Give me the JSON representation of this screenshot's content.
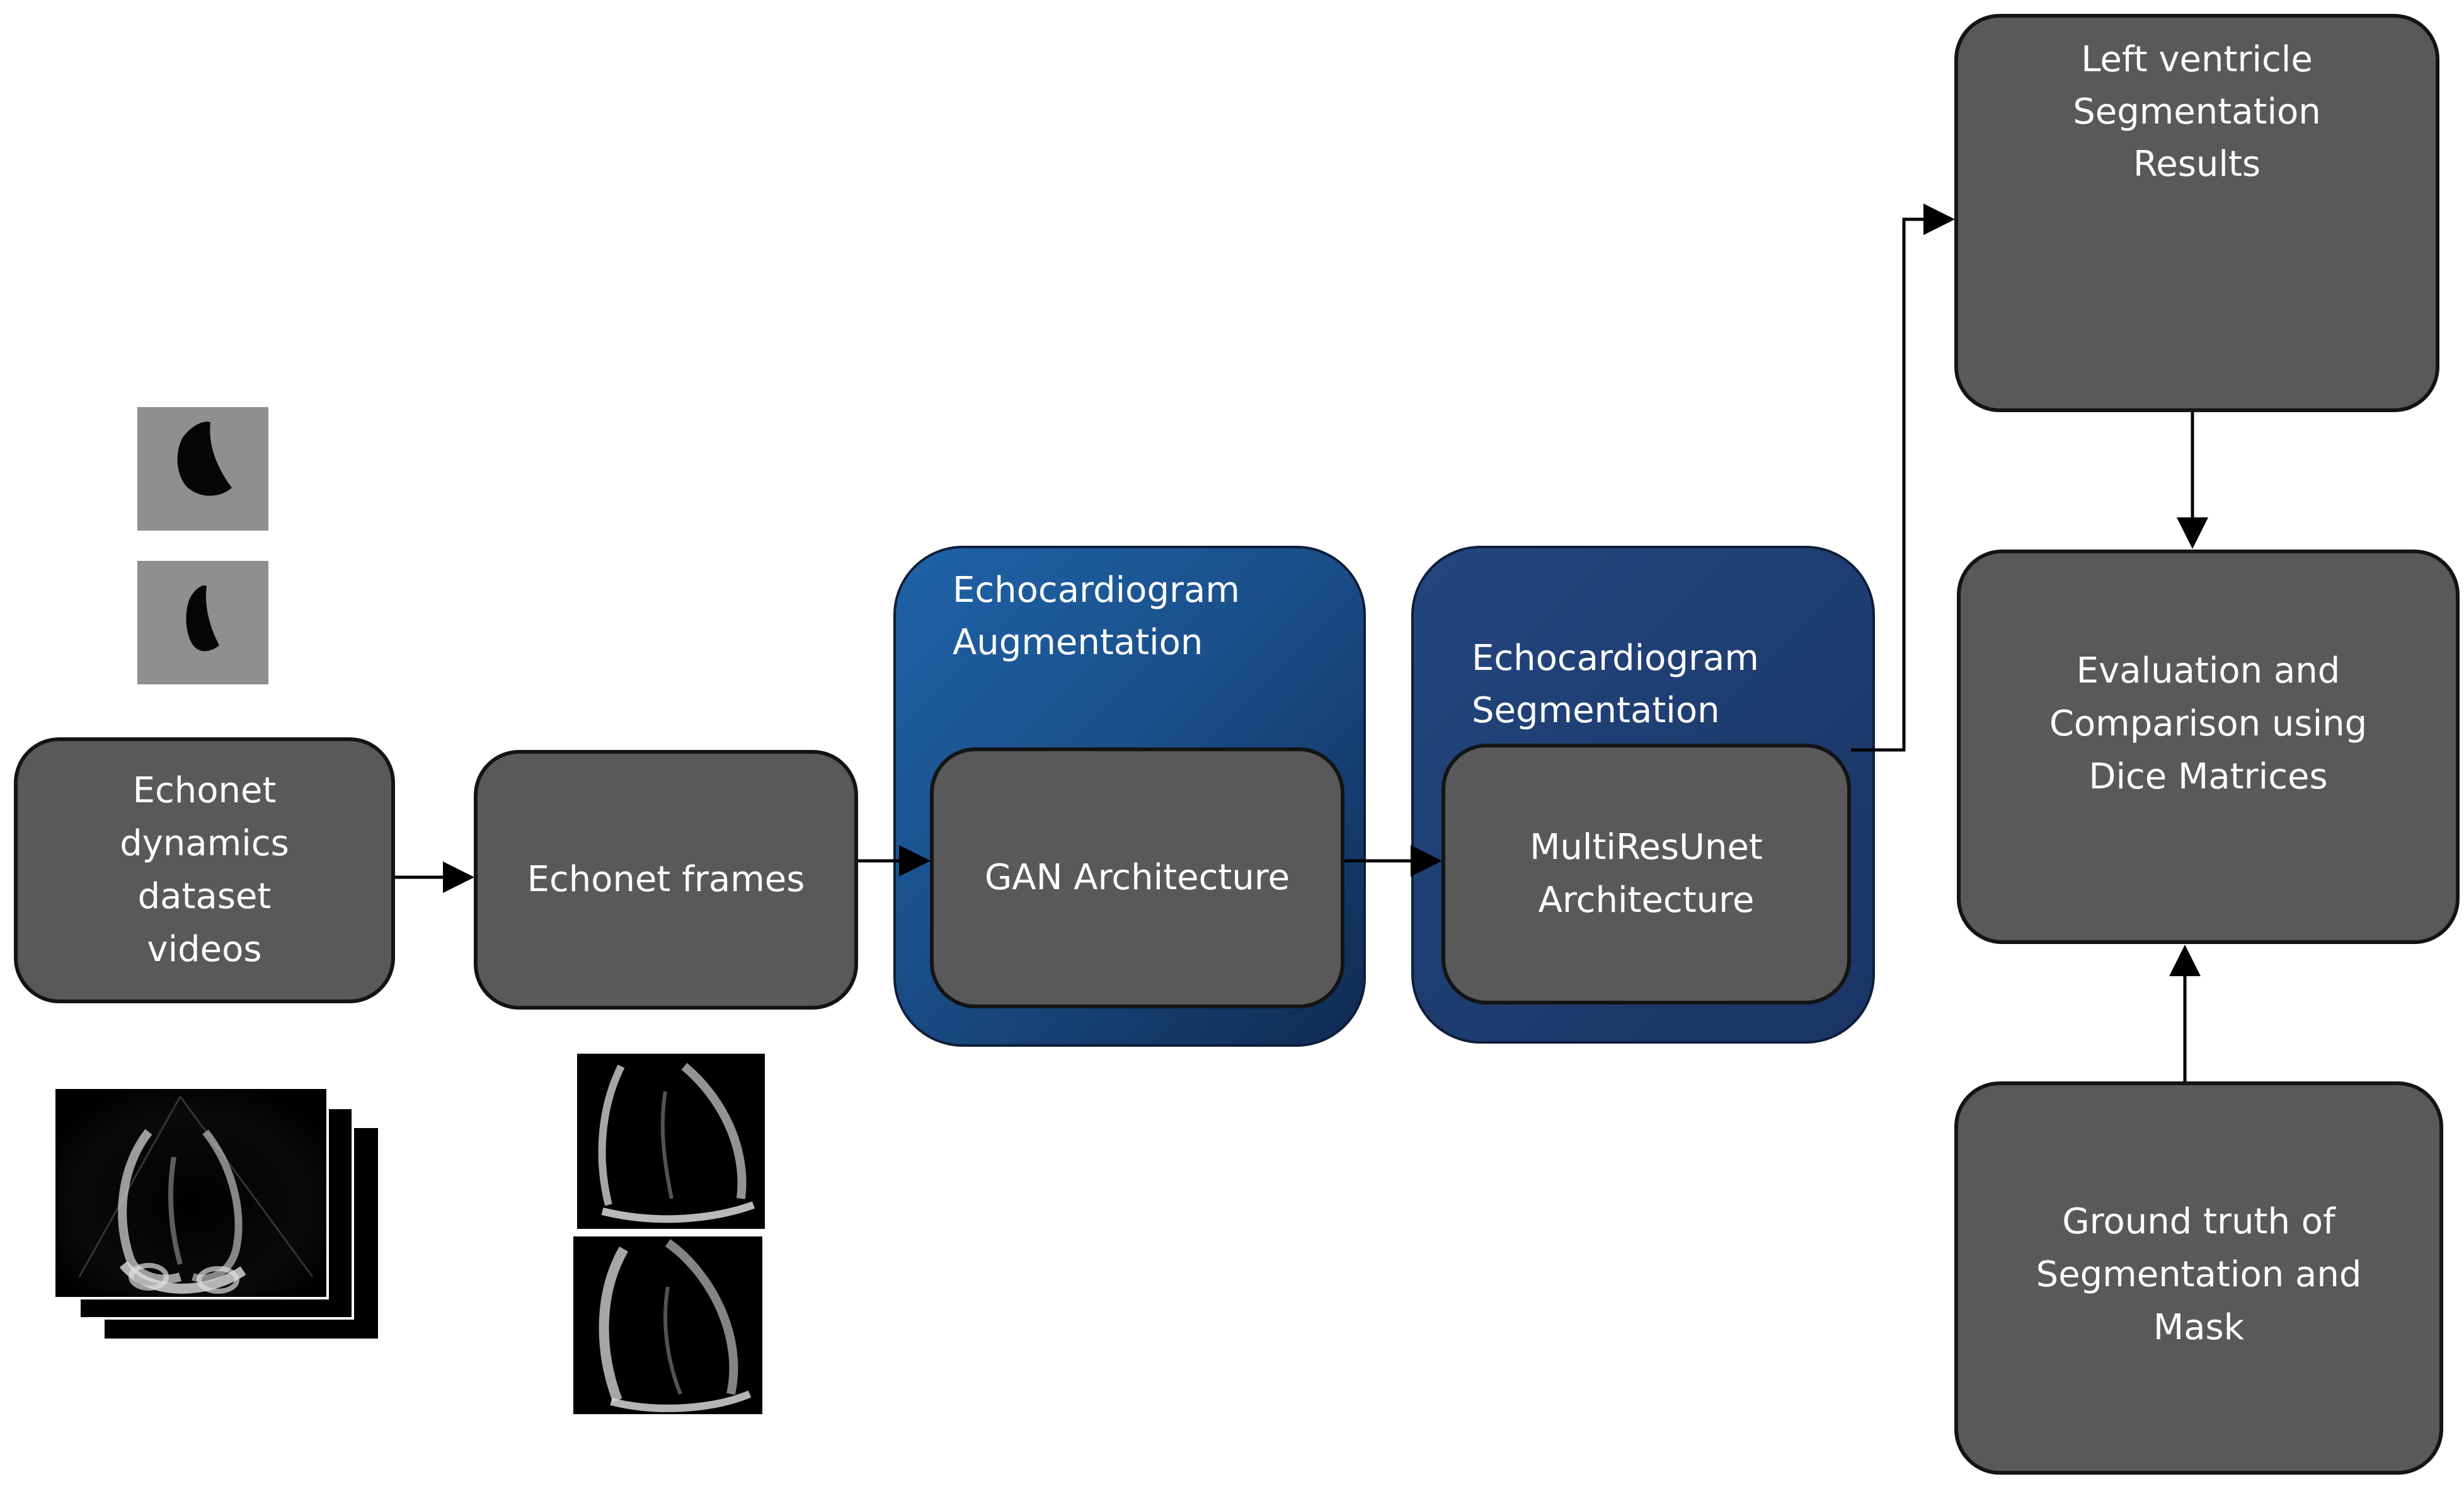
{
  "nodes": {
    "dataset_videos": "Echonet\ndynamics\ndataset\nvideos",
    "frames": "Echonet frames",
    "gan": "GAN Architecture",
    "multiresunet": "MultiResUnet\nArchitecture",
    "lv_results": "Left ventricle\nSegmentation\nResults",
    "evaluation": "Evaluation and\nComparison using\nDice Matrices",
    "ground_truth": "Ground truth of\nSegmentation and\nMask"
  },
  "groups": {
    "augmentation": "Echocardiogram\nAugmentation",
    "segmentation": "Echocardiogram\nSegmentation"
  },
  "colors": {
    "box_fill": "#595959",
    "box_border": "#141414",
    "augmentation_group": "#1f5ea0",
    "segmentation_group": "#1f3f78"
  }
}
